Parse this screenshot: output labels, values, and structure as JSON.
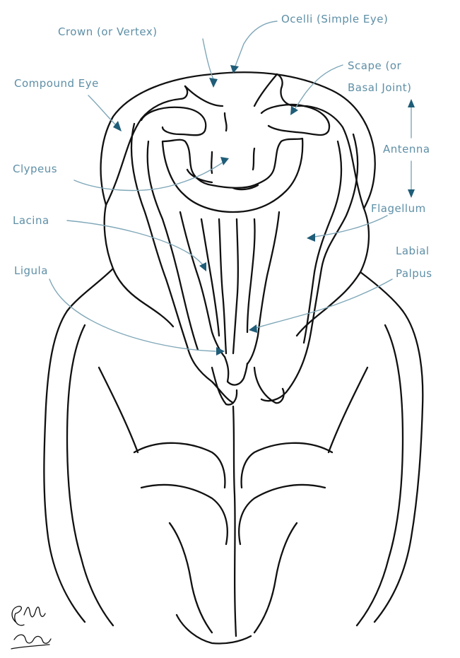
{
  "labels": {
    "crown": "Crown (or Vertex)",
    "ocelli": "Ocelli (Simple Eye)",
    "compound_eye": "Compound Eye",
    "scape_line1": "Scape (or",
    "scape_line2": "Basal Joint)",
    "clypeus": "Clypeus",
    "antenna": "Antenna",
    "lacina": "Lacina",
    "flagellum": "Flagellum",
    "labial_line1": "Labial",
    "labial_line2": "Palpus",
    "ligula": "Ligula"
  },
  "signature": "Elliott Artist",
  "colors": {
    "label_text": "#5e8fa6",
    "leader_line": "#7fa7b8",
    "arrow_head": "#1f5d78",
    "ink": "#111111"
  }
}
